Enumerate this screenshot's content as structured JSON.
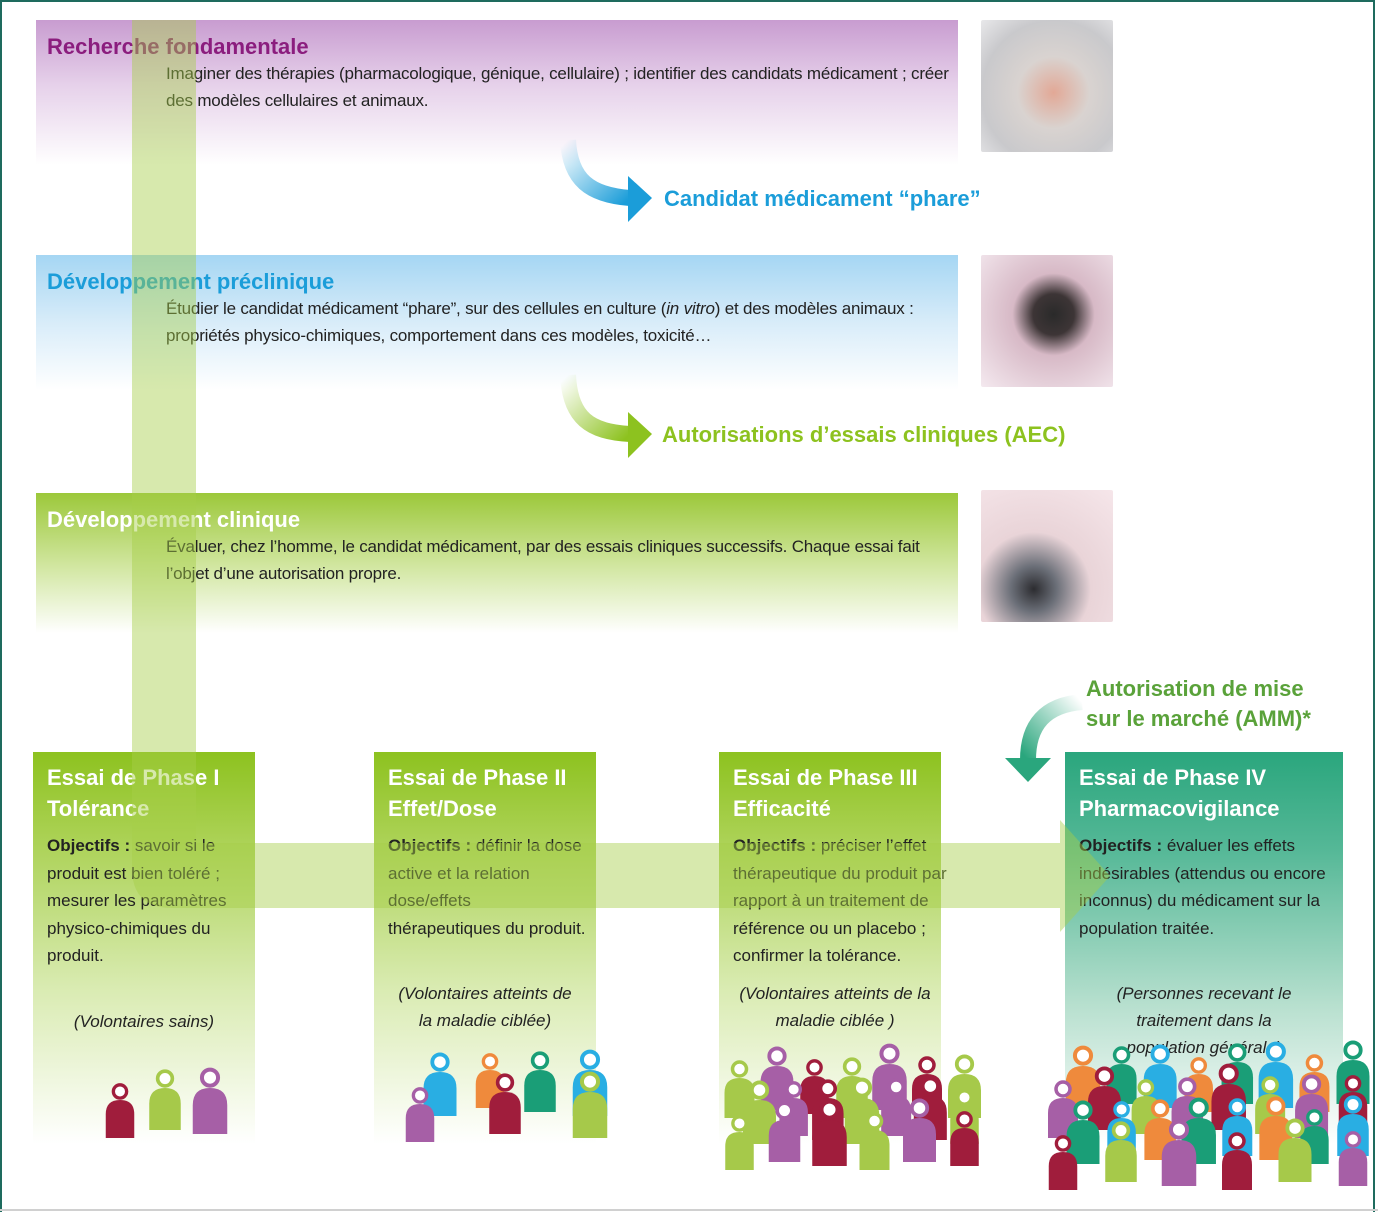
{
  "stages": [
    {
      "title": "Recherche fondamentale",
      "text": "Imaginer des thérapies (pharmacologique, génique, cellulaire) ; identifier des candidats médicament ; créer des modèles cellulaires et animaux."
    },
    {
      "title": "Développement préclinique",
      "text_before": "Étudier le candidat médicament “phare”, sur des cellules en culture (",
      "text_italic": "in vitro",
      "text_after": ") et des modèles animaux : propriétés physico-chimiques, comportement dans ces modèles, toxicité…"
    },
    {
      "title": "Développement clinique",
      "text": "Évaluer, chez l’homme, le candidat médicament, par des essais cliniques successifs. Chaque essai fait l’objet d’une autorisation propre."
    }
  ],
  "milestones": {
    "candidate": "Candidat médicament “phare”",
    "aec": "Autorisations d’essais cliniques (AEC)",
    "amm_line1": "Autorisation de mise",
    "amm_line2": "sur le marché (AMM)*"
  },
  "phases": [
    {
      "title_line1": "Essai de Phase I",
      "title_line2": "Tolérance",
      "obj_label": "Objectifs :",
      "obj_text": " savoir si le produit est bien toléré ; mesurer les paramètres physico-chimiques du produit.",
      "note": "(Volontaires sains)",
      "people_count": 3
    },
    {
      "title_line1": "Essai de Phase II",
      "title_line2": "Effet/Dose",
      "obj_label": "Objectifs :",
      "obj_text": " définir la dose active et la relation dose/effets thérapeutiques du produit.",
      "note": "(Volontaires atteints de la maladie ciblée)",
      "people_count": 7
    },
    {
      "title_line1": "Essai de Phase III",
      "title_line2": "Efficacité",
      "obj_label": "Objectifs :",
      "obj_text": " préciser l’effet thérapeutique du produit par rapport à un traitement de référence ou un placebo ; confirmer la tolérance.",
      "note": "(Volontaires atteints de la maladie ciblée )",
      "people_count": 20
    },
    {
      "title_line1": "Essai de Phase IV",
      "title_line2": "Pharmacovigilance",
      "obj_label": "Objectifs :",
      "obj_text": " évaluer les effets indésirables (attendus ou encore inconnus) du médicament sur la population traitée.",
      "note": "(Personnes recevant le traitement dans la population générale)",
      "people_count": 30
    }
  ],
  "colors": {
    "fundamental": "#8b1d7e",
    "preclinical": "#1b9dd9",
    "clinical": "#8dc21f",
    "phase4": "#2aa67d",
    "people": [
      "#a01d3c",
      "#29aee3",
      "#a6c94a",
      "#ef8a3c",
      "#a65fa6",
      "#1a9e77"
    ]
  }
}
